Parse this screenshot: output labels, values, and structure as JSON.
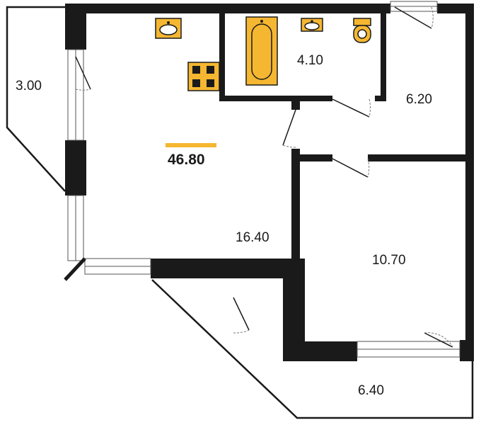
{
  "plan": {
    "total_area": "46.80",
    "accent_color": "#f5b731",
    "rooms": {
      "loggia_left": "3.00",
      "bathroom": "4.10",
      "hallway": "6.20",
      "living": "16.40",
      "bedroom": "10.70",
      "loggia_bottom": "6.40"
    },
    "fixtures": [
      "sink-icon",
      "bathtub-icon",
      "toilet-icon",
      "stove-icon"
    ]
  }
}
